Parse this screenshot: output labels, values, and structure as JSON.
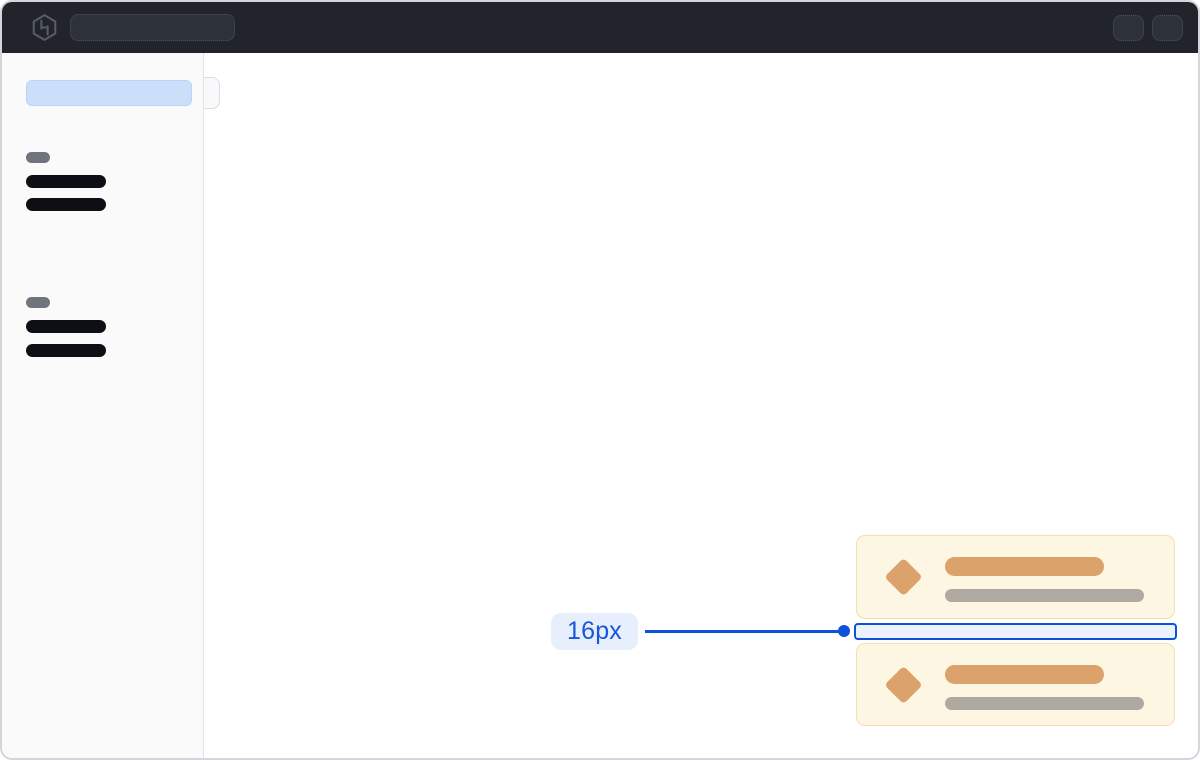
{
  "topbar": {
    "logo_icon": "hashicorp-logo",
    "skeleton_nav_placeholder": "",
    "skeleton_action_buttons": [
      "",
      ""
    ]
  },
  "sidebar": {
    "active_item_skeleton": "",
    "groups": [
      {
        "label_skeleton": "",
        "item_skeletons": [
          "",
          ""
        ]
      },
      {
        "label_skeleton": "",
        "item_skeletons": [
          "",
          ""
        ]
      }
    ]
  },
  "cards": [
    {
      "icon": "diamond",
      "title_skeleton": "",
      "subtitle_skeleton": ""
    },
    {
      "icon": "diamond",
      "title_skeleton": "",
      "subtitle_skeleton": ""
    }
  ],
  "annotation": {
    "label": "16px"
  },
  "colors": {
    "topbar_bg": "#22242b",
    "accent_blue": "#0c51d9",
    "label_bg": "#e7effd",
    "label_text": "#1a56db",
    "sidebar_active": "#cbdffb",
    "card_bg": "#fdf6e2",
    "card_border": "#f3e0ae",
    "card_accent_orange": "#dba26c",
    "card_muted_gray": "#aeaaa2",
    "highlight_fill": "#eaf2fd"
  }
}
